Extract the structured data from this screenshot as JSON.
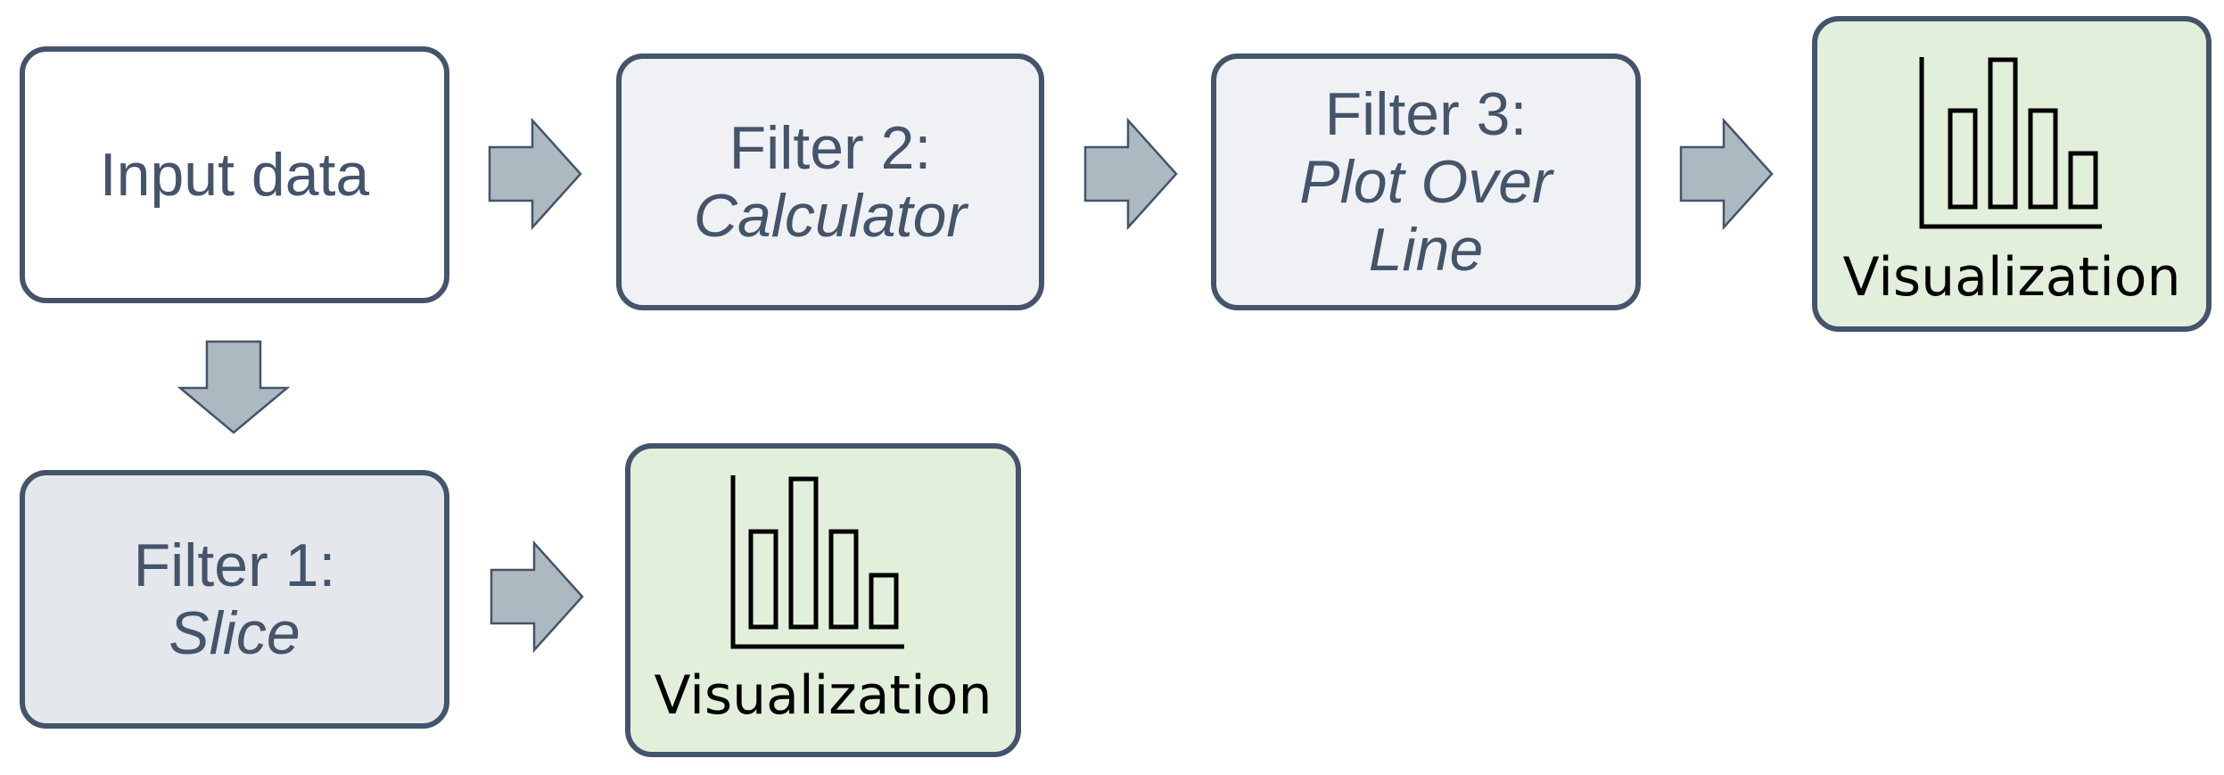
{
  "diagram": {
    "nodes": {
      "input": {
        "lines": [
          "Input data"
        ]
      },
      "filter2": {
        "title": "Filter 2:",
        "name": "Calculator"
      },
      "filter3": {
        "title": "Filter 3:",
        "name_line1": "Plot Over",
        "name_line2": "Line"
      },
      "viz_top": {
        "label": "Visualization",
        "icon": "bar-chart-icon"
      },
      "filter1": {
        "title": "Filter 1:",
        "name": "Slice"
      },
      "viz_bottom": {
        "label": "Visualization",
        "icon": "bar-chart-icon"
      }
    },
    "edges": [
      {
        "from": "input",
        "to": "filter2"
      },
      {
        "from": "filter2",
        "to": "filter3"
      },
      {
        "from": "filter3",
        "to": "viz_top"
      },
      {
        "from": "input",
        "to": "filter1"
      },
      {
        "from": "filter1",
        "to": "viz_bottom"
      }
    ],
    "colors": {
      "border": "#44546a",
      "text": "#44546a",
      "arrow_fill": "#adb9c1",
      "input_fill": "#ffffff",
      "filter_fill_light": "#eff1f5",
      "filter_fill_grey": "#e4e7ec",
      "visualization_fill": "#e2efda"
    }
  }
}
